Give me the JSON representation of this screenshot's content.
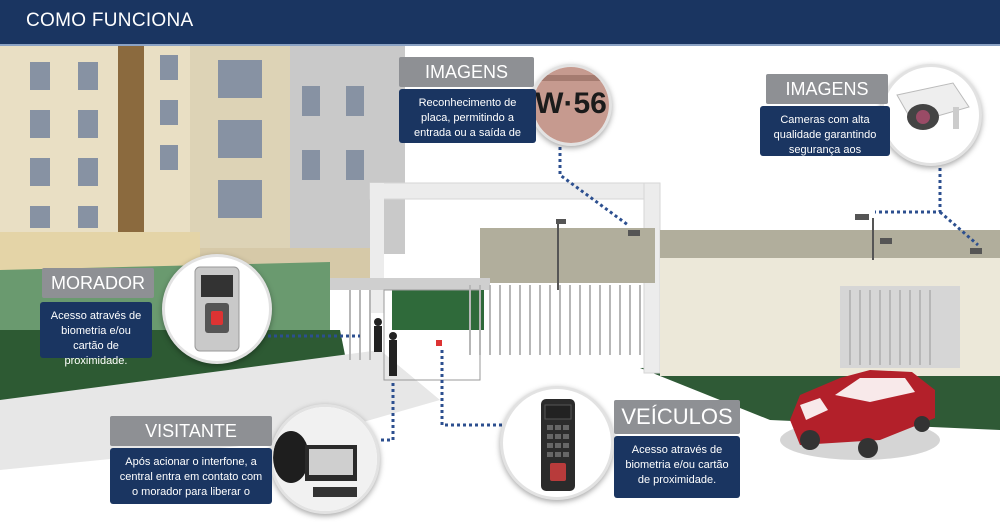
{
  "header": {
    "title": "COMO FUNCIONA"
  },
  "callouts": {
    "morador": {
      "title": "MORADOR",
      "description": "Acesso através de biometria e/ou cartão de proximidade."
    },
    "imagens_placa": {
      "title": "IMAGENS",
      "description": "Reconhecimento de placa, permitindo a entrada ou a saída de veículos cadastrados.",
      "plate_text": "W·56"
    },
    "imagens_cameras": {
      "title": "IMAGENS",
      "description": "Cameras com alta qualidade garantindo segurança aos condôminos."
    },
    "visitante": {
      "title": "VISITANTE",
      "description": "Após acionar o interfone, a central entra em contato com o morador para liberar o acesso."
    },
    "veiculos": {
      "title": "VEÍCULOS",
      "description": "Acesso através de biometria e/ou cartão de proximidade."
    }
  },
  "colors": {
    "navy": "#1a3561",
    "tag_gray": "#8e9094",
    "dotted_line": "#2c4f8f",
    "car_red": "#b3202a"
  }
}
